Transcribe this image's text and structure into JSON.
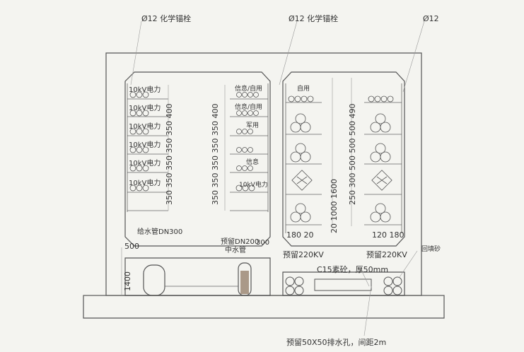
{
  "annotations": {
    "rebar_left": "Ø12 化学锚栓",
    "rebar_mid": "Ø12 化学锚栓",
    "rebar_right": "Ø12",
    "water_supply": "给水管DN300",
    "reclaimed_water": "预留DN200",
    "reclaimed_water_2": "中水管",
    "reserve_220_left": "预留220KV",
    "reserve_220_right": "预留220KV",
    "backfill_sand": "回填砂",
    "c15_concrete": "C15素砼，厚50mm",
    "drain_hole": "预留50X50排水孔，间距2m"
  },
  "left_tray_labels": [
    "10kV电力",
    "10kV电力",
    "10kV电力",
    "10kV电力",
    "10kV电力",
    "10kV电力"
  ],
  "right_tray_labels": [
    "信息/自用",
    "信息/自用",
    "军用",
    "信息",
    "10kV电力"
  ],
  "right_cabin_top_label": "自用",
  "dims": {
    "left_vert": "350 350 350 350 350 400",
    "mid_vert": "350 350 350 350 350 400",
    "right_vert_1": "250 300 500 500 500 490",
    "right_vert_2": "20 1000 1600",
    "bottom_left_1": "500",
    "bottom_left_2": "1400",
    "bottom_mid": "300",
    "right_bottom_1": "180 20",
    "right_bottom_2": "120 180"
  }
}
